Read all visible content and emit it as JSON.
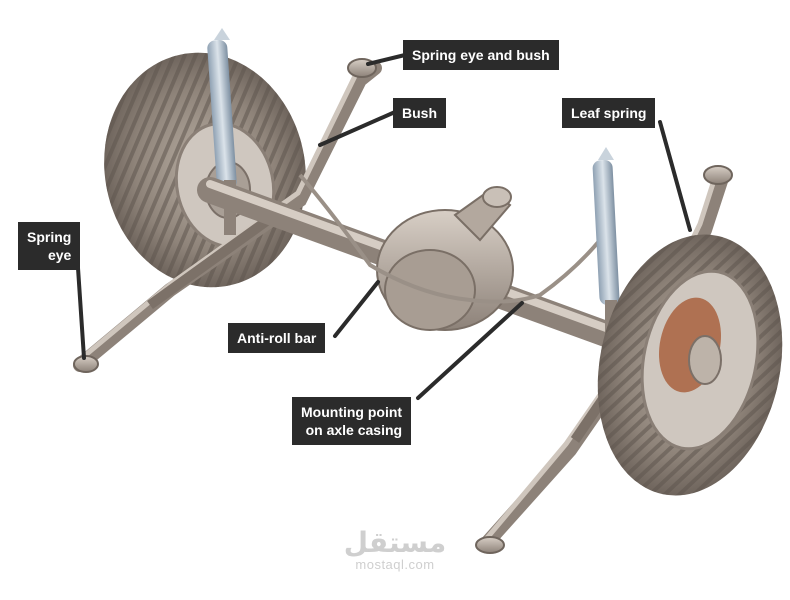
{
  "labels": {
    "spring_eye_and_bush": "Spring eye and bush",
    "bush": "Bush",
    "leaf_spring": "Leaf spring",
    "spring_eye_line1": "Spring",
    "spring_eye_line2": "eye",
    "anti_roll_bar": "Anti-roll bar",
    "mounting_point_line1": "Mounting point",
    "mounting_point_line2": "on axle casing"
  },
  "watermark": {
    "arabic": "مستقل",
    "latin": "mostaql.com"
  }
}
